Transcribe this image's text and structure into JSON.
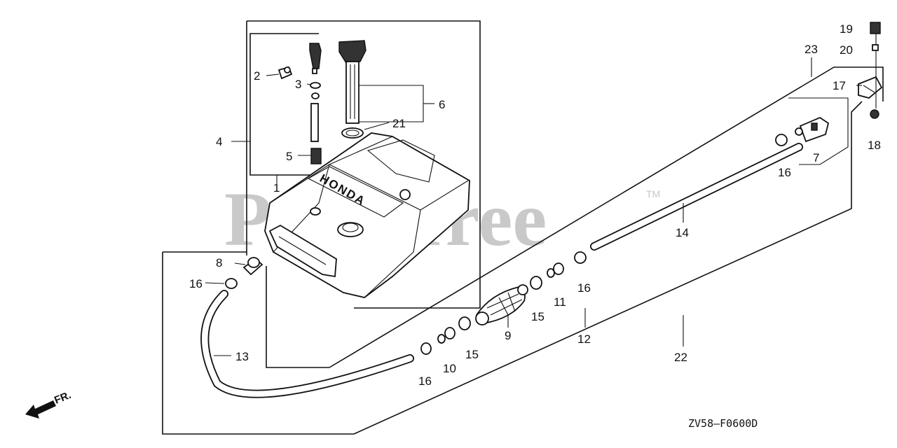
{
  "watermark": {
    "text": "PartsTree",
    "tm": "TM"
  },
  "diagram_code": "ZV58—F0600D",
  "direction_label": "FR.",
  "tank_brand": "HONDA",
  "callouts": [
    {
      "id": "c1",
      "text": "1"
    },
    {
      "id": "c2",
      "text": "2"
    },
    {
      "id": "c3",
      "text": "3"
    },
    {
      "id": "c4",
      "text": "4"
    },
    {
      "id": "c5",
      "text": "5"
    },
    {
      "id": "c6",
      "text": "6"
    },
    {
      "id": "c7",
      "text": "7"
    },
    {
      "id": "c8",
      "text": "8"
    },
    {
      "id": "c9",
      "text": "9"
    },
    {
      "id": "c10",
      "text": "10"
    },
    {
      "id": "c11",
      "text": "11"
    },
    {
      "id": "c12",
      "text": "12"
    },
    {
      "id": "c13",
      "text": "13"
    },
    {
      "id": "c14",
      "text": "14"
    },
    {
      "id": "c15a",
      "text": "15"
    },
    {
      "id": "c15b",
      "text": "15"
    },
    {
      "id": "c16a",
      "text": "16"
    },
    {
      "id": "c16b",
      "text": "16"
    },
    {
      "id": "c16c",
      "text": "16"
    },
    {
      "id": "c16d",
      "text": "16"
    },
    {
      "id": "c17",
      "text": "17"
    },
    {
      "id": "c18",
      "text": "18"
    },
    {
      "id": "c19",
      "text": "19"
    },
    {
      "id": "c20",
      "text": "20"
    },
    {
      "id": "c21",
      "text": "21"
    },
    {
      "id": "c22",
      "text": "22"
    },
    {
      "id": "c23",
      "text": "23"
    }
  ]
}
